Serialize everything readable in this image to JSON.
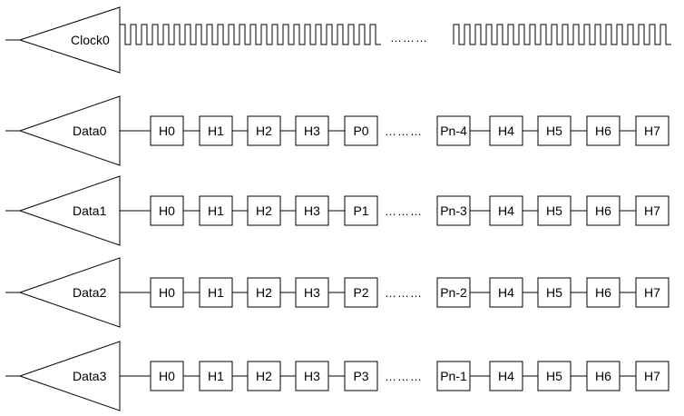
{
  "clock": {
    "label": "Clock0",
    "ellipsis": "……… "
  },
  "lanes": [
    {
      "label": "Data0",
      "cells": [
        "H0",
        "H1",
        "H2",
        "H3",
        "P0"
      ],
      "ellipsis": "……… ",
      "tail": [
        "Pn-4",
        "H4",
        "H5",
        "H6",
        "H7"
      ]
    },
    {
      "label": "Data1",
      "cells": [
        "H0",
        "H1",
        "H2",
        "H3",
        "P1"
      ],
      "ellipsis": "……… ",
      "tail": [
        "Pn-3",
        "H4",
        "H5",
        "H6",
        "H7"
      ]
    },
    {
      "label": "Data2",
      "cells": [
        "H0",
        "H1",
        "H2",
        "H3",
        "P2"
      ],
      "ellipsis": "……… ",
      "tail": [
        "Pn-2",
        "H4",
        "H5",
        "H6",
        "H7"
      ]
    },
    {
      "label": "Data3",
      "cells": [
        "H0",
        "H1",
        "H2",
        "H3",
        "P3"
      ],
      "ellipsis": "……… ",
      "tail": [
        "Pn-1",
        "H4",
        "H5",
        "H6",
        "H7"
      ]
    }
  ]
}
